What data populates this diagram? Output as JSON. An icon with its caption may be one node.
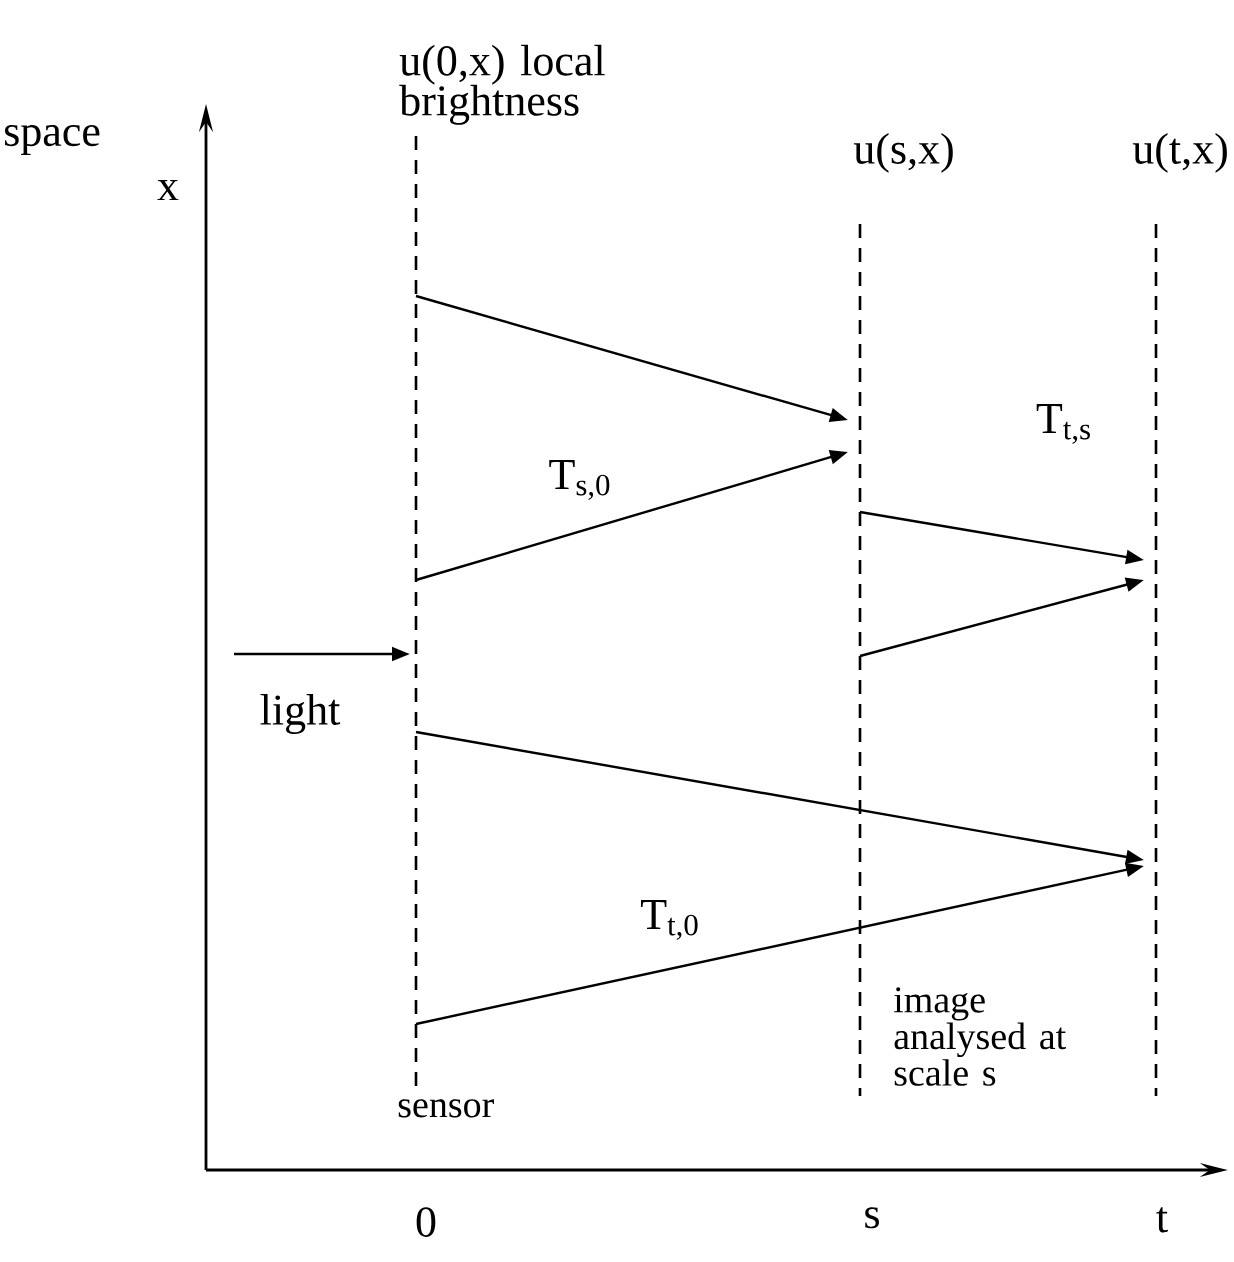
{
  "diagram": {
    "nodes": [
      {
        "text": [],
        "shape": "line"
      },
      {
        "text": [],
        "shape": "line"
      },
      {
        "text": [],
        "shape": "line"
      }
    ],
    "edges": [
      {
        "from": 0,
        "to": 1,
        "arrow": "to"
      },
      {
        "from": 0,
        "to": 1,
        "arrow": "to"
      },
      {
        "from": 1,
        "to": 2,
        "arrow": "to"
      },
      {
        "from": 1,
        "to": 2,
        "arrow": "to"
      },
      {
        "from": 0,
        "to": 2,
        "arrow": "to"
      },
      {
        "from": 0,
        "to": 2,
        "arrow": "to"
      },
      {
        "from": null,
        "to": 0,
        "arrow": "to",
        "label": "light"
      }
    ],
    "labels": [
      "space",
      "u(0,x) local brightness",
      "u(s,x)",
      "u(t,x)",
      "x",
      "T$_{s,0}$",
      "T$_{t,s}$",
      "T$_{t,0}$",
      "image analysed at scale s",
      "sensor",
      "0",
      "s",
      "t"
    ]
  }
}
